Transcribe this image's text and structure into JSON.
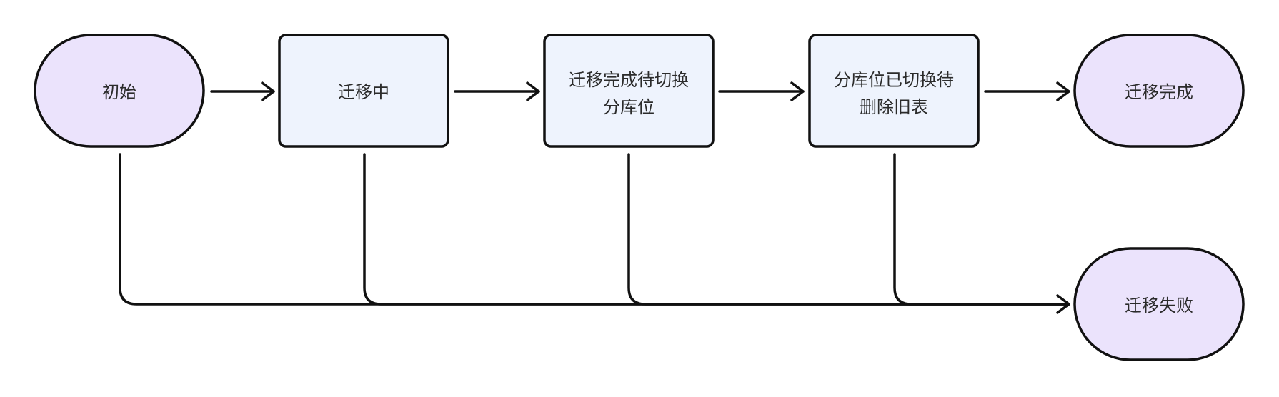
{
  "colors": {
    "terminal_fill": "#ebe3fc",
    "process_fill": "#eef3fd",
    "stroke": "#111111"
  },
  "nodes": {
    "start": {
      "lines": [
        "初始"
      ]
    },
    "migrating": {
      "lines": [
        "迁移中"
      ]
    },
    "migrated_pending_switch": {
      "lines": [
        "迁移完成待切换",
        "分库位"
      ]
    },
    "switched_pending_delete": {
      "lines": [
        "分库位已切换待",
        "删除旧表"
      ]
    },
    "completed": {
      "lines": [
        "迁移完成"
      ]
    },
    "failed": {
      "lines": [
        "迁移失败"
      ]
    }
  }
}
